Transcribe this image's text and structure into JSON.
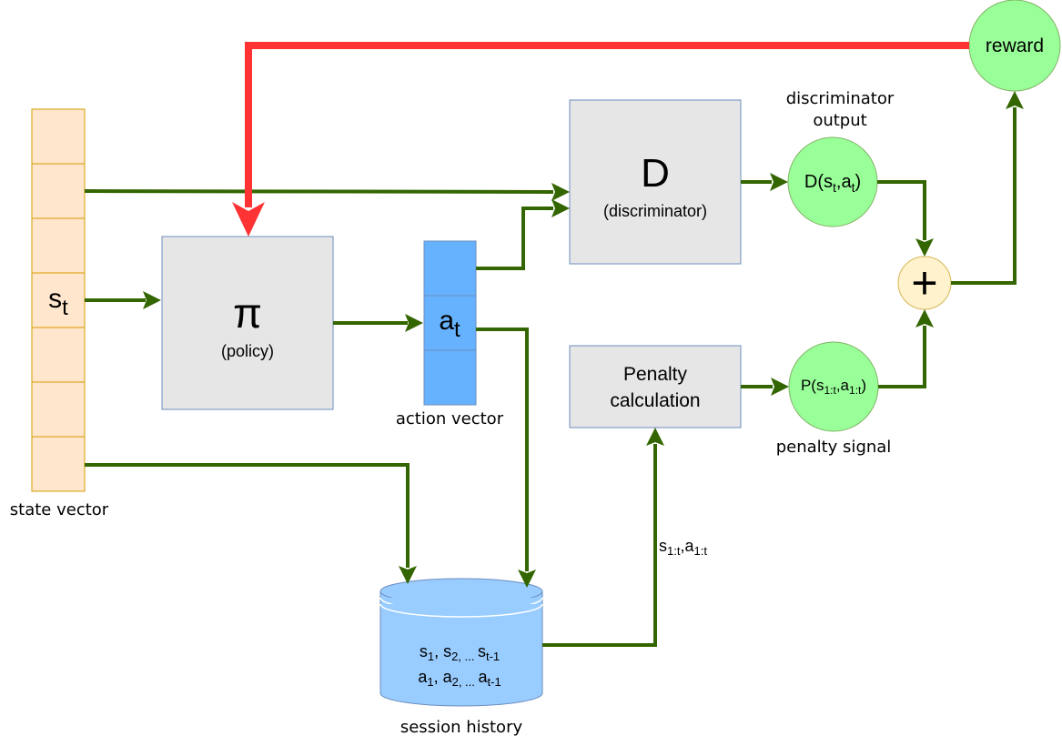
{
  "state_vector": {
    "symbol": "s",
    "subscript": "t",
    "caption": "state vector"
  },
  "policy": {
    "symbol": "π",
    "label": "(policy)"
  },
  "action_vector": {
    "symbol": "a",
    "subscript": "t",
    "caption": "action vector"
  },
  "discriminator": {
    "symbol": "D",
    "label": "(discriminator)"
  },
  "discriminator_output": {
    "caption_line1": "discriminator",
    "caption_line2": "output",
    "fn": "D(",
    "s": "s",
    "s_sub": "t",
    "comma": ",",
    "a": "a",
    "a_sub": "t",
    "close": ")"
  },
  "penalty_calc": {
    "line1": "Penalty",
    "line2": "calculation"
  },
  "penalty_signal": {
    "caption": "penalty signal",
    "fn": "P(",
    "s": "s",
    "s_sub": "1:t",
    "comma": ",",
    "a": "a",
    "a_sub": "1:t",
    "close": ")"
  },
  "combiner": {
    "symbol": "+"
  },
  "reward": {
    "label": "reward"
  },
  "session_history": {
    "caption": "session history",
    "row1": {
      "s1": "s",
      "s1_sub": "1",
      "sep1": ", ",
      "s2": "s",
      "s2_sub": "2, ... ",
      "s3": "s",
      "s3_sub": "t-1"
    },
    "row2": {
      "a1": "a",
      "a1_sub": "1",
      "sep1": ", ",
      "a2": "a",
      "a2_sub": "2, ... ",
      "a3": "a",
      "a3_sub": "t-1"
    }
  },
  "history_edge": {
    "s": "s",
    "s_sub": "1:t",
    "comma": ",",
    "a": "a",
    "a_sub": "1:t"
  }
}
